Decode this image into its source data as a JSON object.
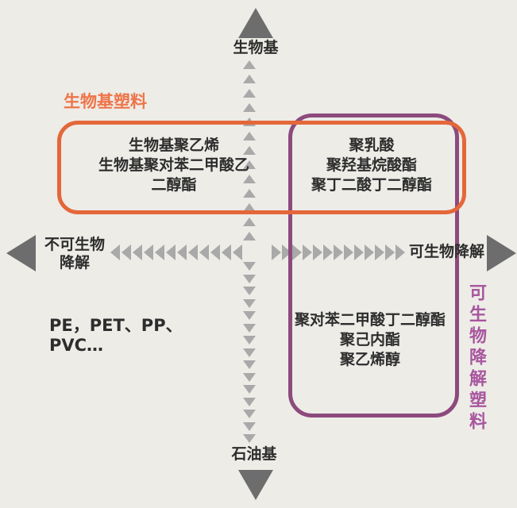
{
  "colors": {
    "background": "#edece7",
    "orange": "#e4673a",
    "orange_label": "#ee7549",
    "purple": "#8c4a7d",
    "purple_label": "#a8569e",
    "dark_arrow": "#6d6d6d",
    "light_arrow": "#a9a9a9",
    "text": "#2d2d2d"
  },
  "axes": {
    "top": "生物基",
    "bottom": "石油基",
    "left_line1": "不可生物",
    "left_line2": "降解",
    "right": "可生物降解"
  },
  "groups": {
    "biobased_label": "生物基塑料",
    "biodegradable_label": "可生物降解塑料"
  },
  "quadrants": {
    "top_left": {
      "line1": "生物基聚乙烯",
      "line2": "生物基聚对苯二甲酸乙",
      "line3": "二醇酯"
    },
    "top_right": {
      "line1": "聚乳酸",
      "line2": "聚羟基烷酸酯",
      "line3": "聚丁二酸丁二醇酯"
    },
    "bottom_left": {
      "line1": "PE，PET、PP、PVC…"
    },
    "bottom_right": {
      "line1": "聚对苯二甲酸丁二醇酯",
      "line2": "聚己内酯",
      "line3": "聚乙烯醇"
    }
  }
}
